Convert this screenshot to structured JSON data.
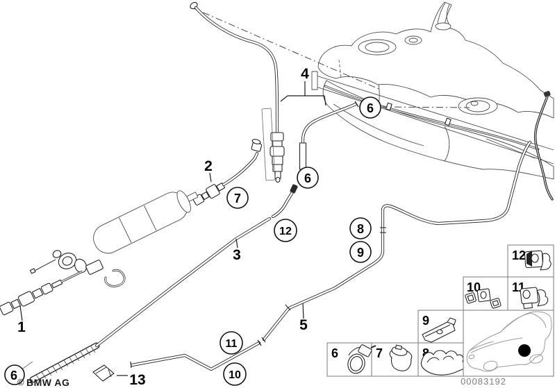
{
  "palette": {
    "ink": "#1a1a1a",
    "sketch_gray": "#4a4a4a",
    "car_gray": "#999999",
    "code_gray": "#808080",
    "paper": "#ffffff",
    "highlight_dot": "#000000"
  },
  "callouts": {
    "tank_clamp": "6",
    "hose_clamp_upper": "6",
    "hose_clip": "7",
    "pipe_end_clip": "12",
    "line_clip_a": "8",
    "line_clip_b": "9",
    "jumper_clip_a": "11",
    "jumper_clip_b": "10",
    "sleeve_clamp": "6"
  },
  "part_labels": {
    "p1": "1",
    "p2": "2",
    "p3": "3",
    "p4": "4",
    "p5": "5",
    "p13": "13"
  },
  "legend": {
    "b12": "12",
    "b10": "10",
    "b11": "11",
    "b9": "9",
    "b8": "8",
    "b7": "7",
    "b6": "6"
  },
  "footer": {
    "copyright_symbol": "©",
    "brand": "BMW AG",
    "image_code": "00083192"
  },
  "icons": {
    "car_thumbnail": "bmw-coupe-silhouette",
    "location_dot": "rear-axle-location-dot",
    "b6_icon": "hose-clamp-icon",
    "b7_icon": "grommet-icon",
    "b8_icon": "multi-clip-icon",
    "b9_icon": "bracket-rail-icon",
    "b10_icon": "double-clip-icon",
    "b11_icon": "pipe-clip-icon",
    "b12_icon": "pipe-clip-capped-icon"
  }
}
